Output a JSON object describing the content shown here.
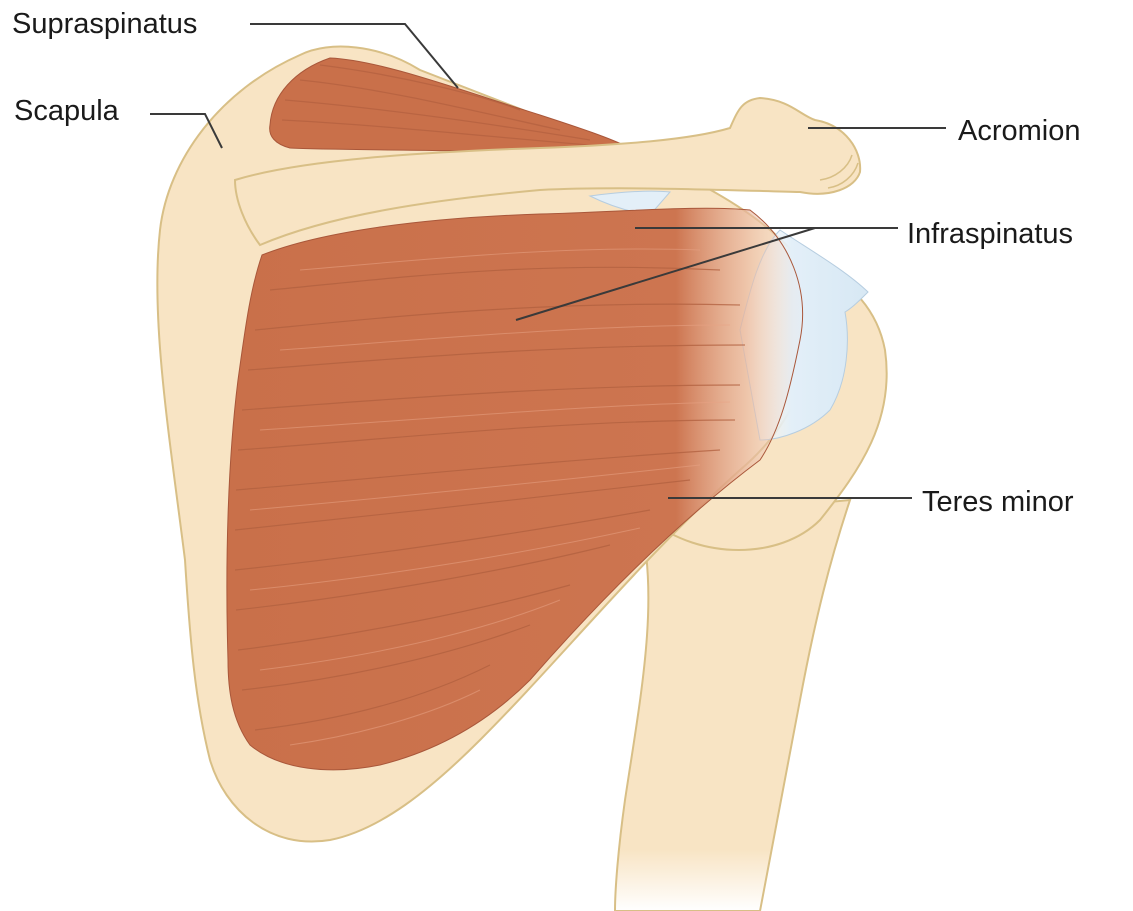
{
  "labels": {
    "supraspinatus": "Supraspinatus",
    "scapula": "Scapula",
    "acromion": "Acromion",
    "infraspinatus": "Infraspinatus",
    "teres_minor": "Teres minor"
  },
  "colors": {
    "bone": "#f8e4c4",
    "bone_outline": "#d8bf86",
    "muscle": "#c9704a",
    "muscle_light": "#d98461",
    "tendon": "#e3eff8",
    "leader_line": "#3a3a3a"
  }
}
